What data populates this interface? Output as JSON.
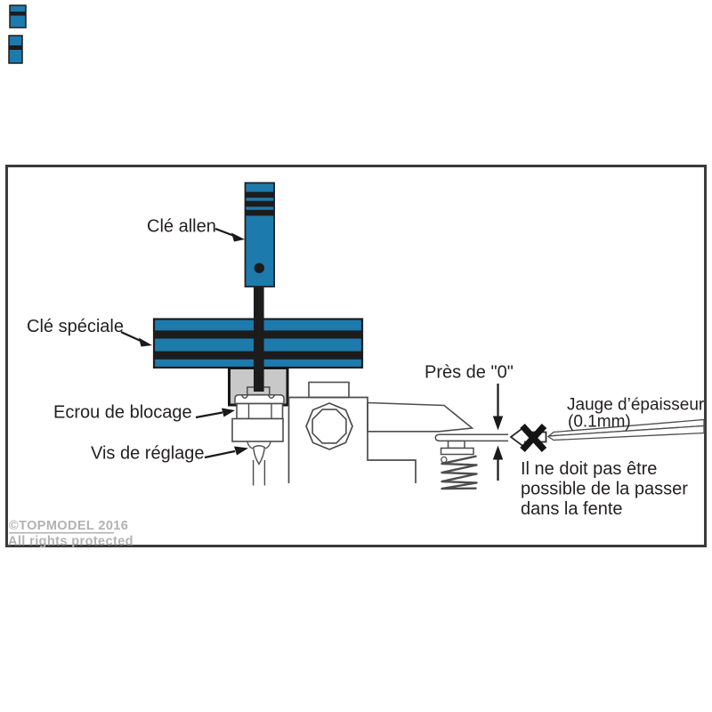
{
  "colors": {
    "tool_blue": "#1d7aad",
    "stripe_black": "#1c1c1c",
    "outline_gray": "#4d4d4d",
    "block_gray": "#c8c8c8",
    "frame_dark": "#3a3a3a",
    "text_dark": "#231f20",
    "copyright_gray": "#b2b2b2"
  },
  "diagram": {
    "allen_key_label": "Clé allen",
    "special_key_label": "Clé spéciale",
    "lock_nut_label": "Ecrou de blocage",
    "adjust_screw_label": "Vis de réglage",
    "near_zero_label": "Près de \"0\"",
    "gauge_label_line1": "Jauge d’épaisseur",
    "gauge_label_line2": "(0.1mm)",
    "note_line1": "Il ne doit pas être",
    "note_line2": "possible de la passer",
    "note_line3": "dans la fente"
  },
  "watermark": {
    "line1": "©TOPMODEL 2016",
    "line2": "All rights protected"
  }
}
